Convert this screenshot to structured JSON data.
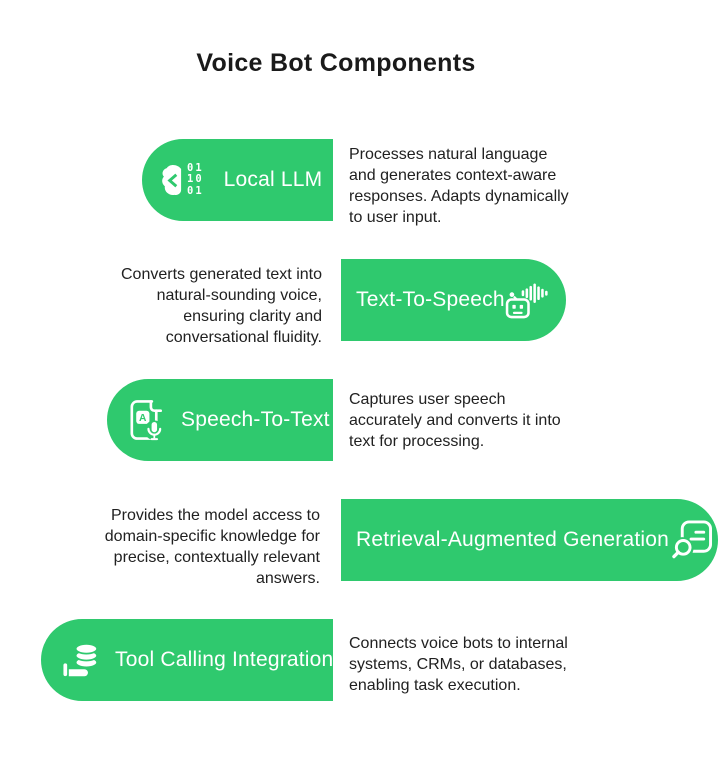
{
  "title": "Voice Bot Components",
  "colors": {
    "accent_green": "#2fc96e",
    "card_border": "#ffffff",
    "card_text": "#ffffff",
    "title_text": "#1a1a1a",
    "body_text": "#212121",
    "background": "#ffffff"
  },
  "components": [
    {
      "label": "Local LLM",
      "icon": "brain-binary-icon",
      "icon_digits": [
        "01",
        "10",
        "01"
      ],
      "description": [
        "Processes natural language",
        "and generates context-aware",
        "responses. Adapts dynamically",
        "to user input."
      ]
    },
    {
      "label": "Text-To-Speech",
      "icon": "robot-soundwave-icon",
      "description": [
        "Converts generated text into",
        "natural-sounding voice,",
        "ensuring clarity and",
        "conversational fluidity."
      ]
    },
    {
      "label": "Speech-To-Text",
      "icon": "document-a-microphone-icon",
      "icon_letter": "A",
      "description": [
        "Captures user speech",
        "accurately and converts it into",
        "text for processing."
      ]
    },
    {
      "label": "Retrieval-Augmented Generation",
      "icon": "document-search-icon",
      "description": [
        "Provides the model access to",
        "domain-specific knowledge for",
        "precise, contextually relevant",
        "answers."
      ]
    },
    {
      "label": "Tool Calling Integration",
      "icon": "coins-hand-icon",
      "description": [
        "Connects voice bots to internal",
        "systems, CRMs, or databases,",
        "enabling task execution."
      ]
    }
  ]
}
